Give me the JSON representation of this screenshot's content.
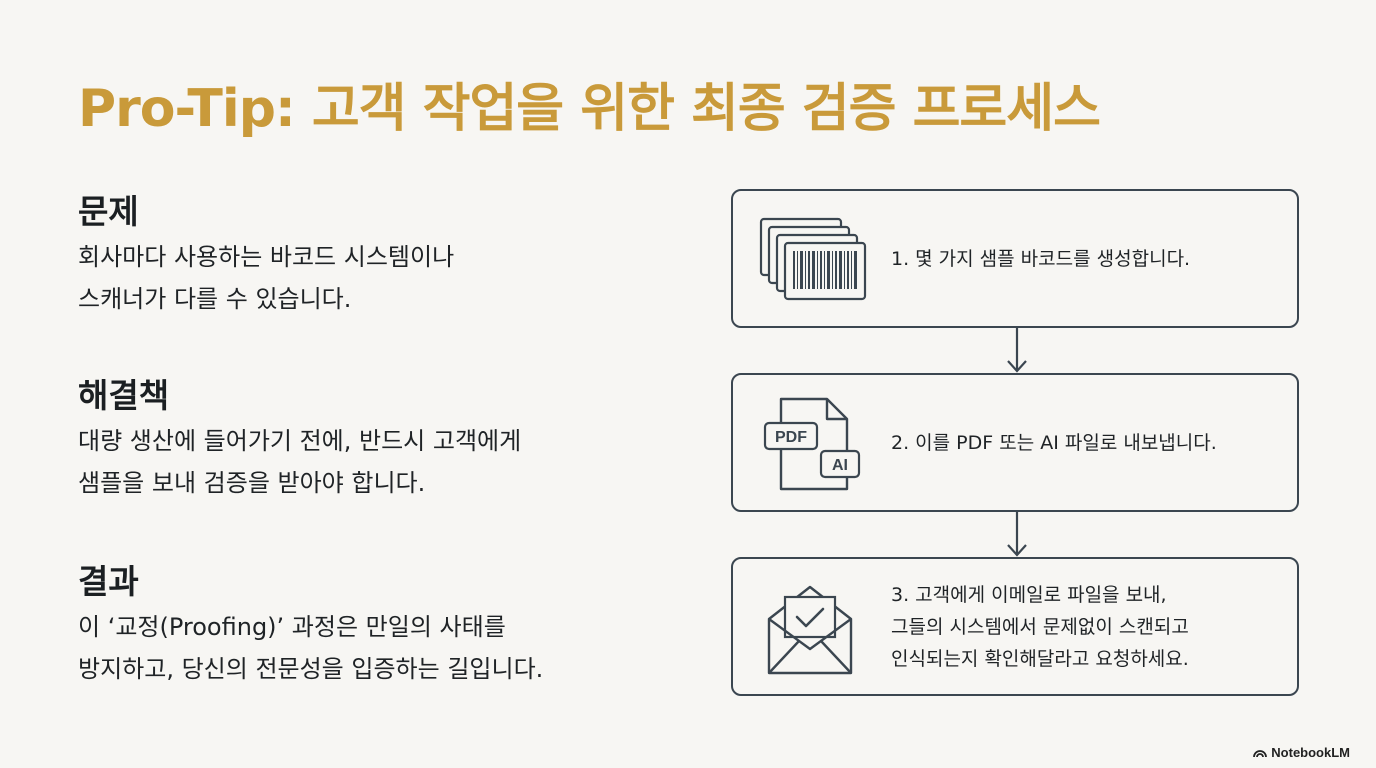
{
  "title": "Pro-Tip: 고객 작업을 위한 최종 검증 프로세스",
  "sections": [
    {
      "heading": "문제",
      "body": "회사마다 사용하는 바코드 시스템이나\n스캐너가 다를 수 있습니다."
    },
    {
      "heading": "해결책",
      "body": "대량 생산에 들어가기 전에, 반드시 고객에게\n샘플을 보내 검증을 받아야 합니다."
    },
    {
      "heading": "결과",
      "body": "이 ‘교정(Proofing)’ 과정은 만일의 사태를\n방지하고, 당신의 전문성을 입증하는 길입니다."
    }
  ],
  "steps": [
    {
      "icon": "barcode-stack-icon",
      "text": "1. 몇 가지 샘플 바코드를 생성합니다."
    },
    {
      "icon": "pdf-ai-file-icon",
      "text": "2. 이를 PDF 또는 AI 파일로 내보냅니다.",
      "badge_pdf": "PDF",
      "badge_ai": "AI"
    },
    {
      "icon": "envelope-check-icon",
      "text": "3. 고객에게 이메일로 파일을 보내,\n 그들의 시스템에서 문제없이 스캔되고\n인식되는지 확인해달라고 요청하세요."
    }
  ],
  "brand": "NotebookLM",
  "colors": {
    "title": "#c99a3a",
    "border": "#3b4650",
    "background": "#f7f6f3"
  }
}
